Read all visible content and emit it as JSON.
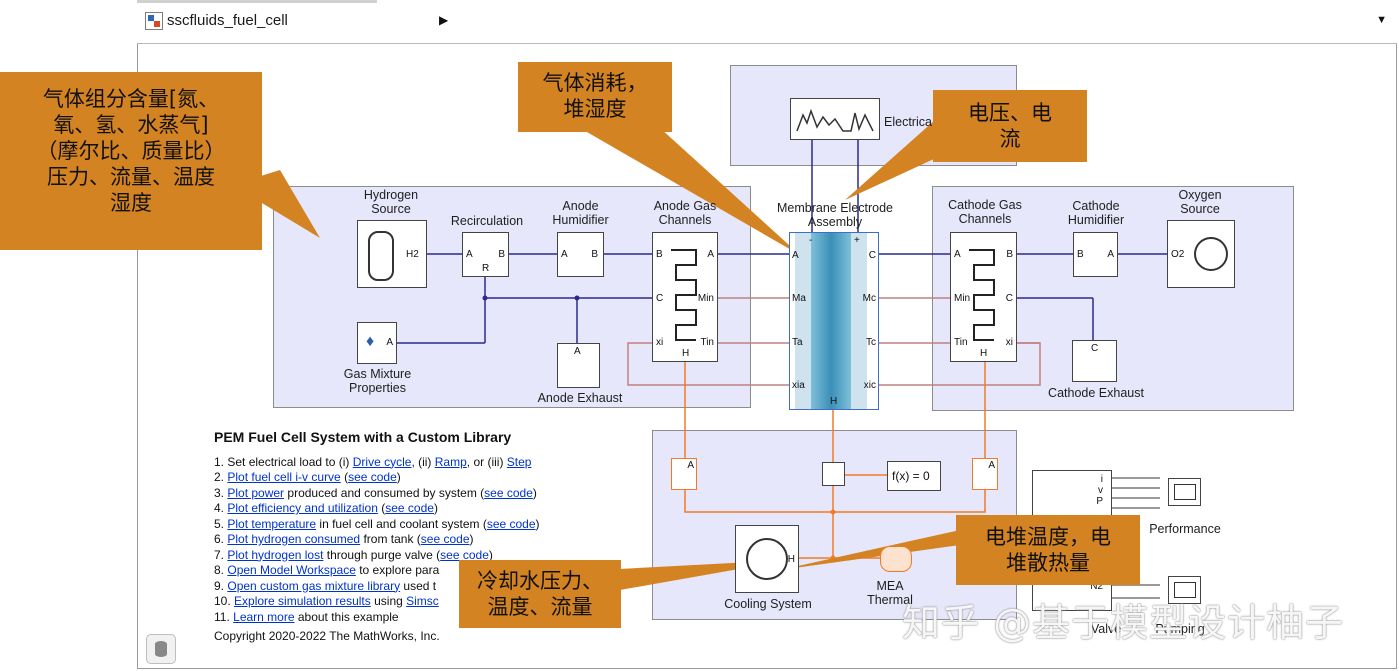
{
  "window": {
    "breadcrumb": "sscfluids_fuel_cell"
  },
  "blocks": {
    "hydrogen_source": "Hydrogen\nSource",
    "h2_port": "H2",
    "recirculation": "Recirculation",
    "anode_humidifier": "Anode\nHumidifier",
    "anode_gas_channels": "Anode Gas\nChannels",
    "membrane": "Membrane Electrode\nAssembly",
    "cathode_gas_channels": "Cathode Gas\nChannels",
    "cathode_humidifier": "Cathode\nHumidifier",
    "oxygen_source": "Oxygen\nSource",
    "o2_port": "O2",
    "gas_mixture": "Gas Mixture\nProperties",
    "anode_exhaust": "Anode Exhaust",
    "cathode_exhaust": "Cathode Exhaust",
    "electrical": "Electrica",
    "fx": "f(x) = 0",
    "cooling_system": "Cooling System",
    "mea_thermal": "MEA\nThermal",
    "performance": "Performance",
    "valve": "Valve",
    "pumping": "Pumping"
  },
  "ports": {
    "A": "A",
    "B": "B",
    "C": "C",
    "H": "H",
    "R": "R",
    "Min": "Min",
    "Tin": "Tin",
    "xi": "xi",
    "Ma": "Ma",
    "Mc": "Mc",
    "Ta": "Ta",
    "Tc": "Tc",
    "xia": "xia",
    "xic": "xic",
    "minus": "-",
    "plus": "+",
    "n2": "N2",
    "i": "i",
    "v": "v",
    "p": "P"
  },
  "steps": {
    "title": "PEM Fuel Cell System with a Custom Library",
    "items": [
      {
        "n": "1.",
        "pre": "Set electrical load to (i) ",
        "link": "Drive cycle",
        "mid": ", (ii) ",
        "link2": "Ramp",
        "mid2": ", or (iii) ",
        "link3": "Step",
        "post": ""
      },
      {
        "n": "2.",
        "link": "Plot fuel cell i-v curve",
        "pre2": " (",
        "code": "see code",
        "post": ")"
      },
      {
        "n": "3.",
        "link": "Plot power",
        "pre2": " produced and consumed by system (",
        "code": "see code",
        "post": ")"
      },
      {
        "n": "4.",
        "link": "Plot efficiency and utilization",
        "pre2": " (",
        "code": "see code",
        "post": ")"
      },
      {
        "n": "5.",
        "link": "Plot temperature",
        "pre2": " in fuel cell and coolant system (",
        "code": "see code",
        "post": ")"
      },
      {
        "n": "6.",
        "link": "Plot hydrogen consumed",
        "pre2": " from tank (",
        "code": "see code",
        "post": ")"
      },
      {
        "n": "7.",
        "link": "Plot hydrogen lost",
        "pre2": " through purge valve (",
        "code": "see code",
        "post": ")"
      },
      {
        "n": "8.",
        "link": "Open Model Workspace",
        "pre2": " to explore para",
        "code": "",
        "post": ""
      },
      {
        "n": "9.",
        "link": "Open custom gas mixture library",
        "pre2": " used t",
        "code": "",
        "post": ""
      },
      {
        "n": "10.",
        "link": "Explore simulation results",
        "pre2": " using ",
        "code": "Simsc",
        "post": ""
      },
      {
        "n": "11.",
        "link": "Learn more",
        "pre2": " about this example",
        "code": "",
        "post": ""
      }
    ],
    "copyright": "Copyright 2020-2022 The MathWorks, Inc."
  },
  "callouts": {
    "gas": "气体组分含量[氮、\n氧、氢、水蒸气]\n（摩尔比、质量比）\n压力、流量、温度\n湿度",
    "consume": "气体消耗，\n堆湿度",
    "voltage": "电压、电\n流",
    "stack_temp": "电堆温度，电\n堆散热量",
    "coolant": "冷却水压力、\n温度、流量"
  },
  "watermark": "知乎 @基于模型设计柚子",
  "colors": {
    "panel": "#e7e7fb",
    "callout": "#d48322",
    "gas_line": "#2a2a8c",
    "thermal_line": "#c08080",
    "coolant_line": "#f07a2a",
    "membrane": "#3a8fb8"
  }
}
